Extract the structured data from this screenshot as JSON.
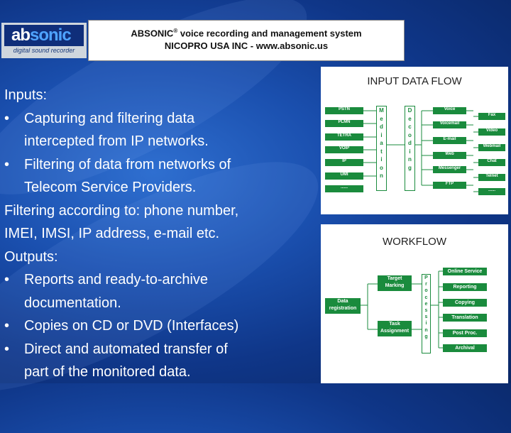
{
  "header": {
    "logo_text_a": "ab",
    "logo_text_b": "sonic",
    "logo_tagline": "digital sound recorder",
    "title_line1": "ABSONIC",
    "title_reg": "®",
    "title_line1_rest": " voice recording and management system",
    "title_line2": "NICOPRO USA INC - www.absonic.us"
  },
  "body": {
    "lines": [
      "Inputs:",
      "Capturing and filtering data",
      "intercepted from IP networks.",
      "Filtering of data from networks of",
      "Telecom Service Providers.",
      "Filtering according to: phone number,",
      "IMEI, IMSI, IP address, e-mail etc.",
      "Outputs:",
      "Reports and ready-to-archive",
      "documentation.",
      "Copies on CD or DVD (Interfaces)",
      "Direct and automated transfer of",
      "part of the monitored data."
    ],
    "bullet": "•"
  },
  "input_flow": {
    "title": "INPUT DATA FLOW",
    "sources": [
      "PSTN",
      "PLMN",
      "TETRA",
      "VOIP",
      "IP",
      "UMI",
      "......"
    ],
    "mediation": "Mediation",
    "decoding": "Decoding",
    "outputs_left": [
      "Voice",
      "Voicemail",
      "E-mail",
      "Web",
      "Messenger",
      "FTP"
    ],
    "outputs_right": [
      "Fax",
      "Video",
      "Webmail",
      "Chat",
      "Telnet",
      "......"
    ]
  },
  "workflow": {
    "title": "WORKFLOW",
    "data_registration": "Data registration",
    "target_marking": "Target Marking",
    "task_assignment": "Task Assignment",
    "processing": "Processing",
    "steps": [
      "Online Service",
      "Reporting",
      "Copying",
      "Translation",
      "Post Proc.",
      "Archival"
    ]
  },
  "colors": {
    "accent_green": "#1a8b3d",
    "background_blue": "#1a4fae"
  }
}
